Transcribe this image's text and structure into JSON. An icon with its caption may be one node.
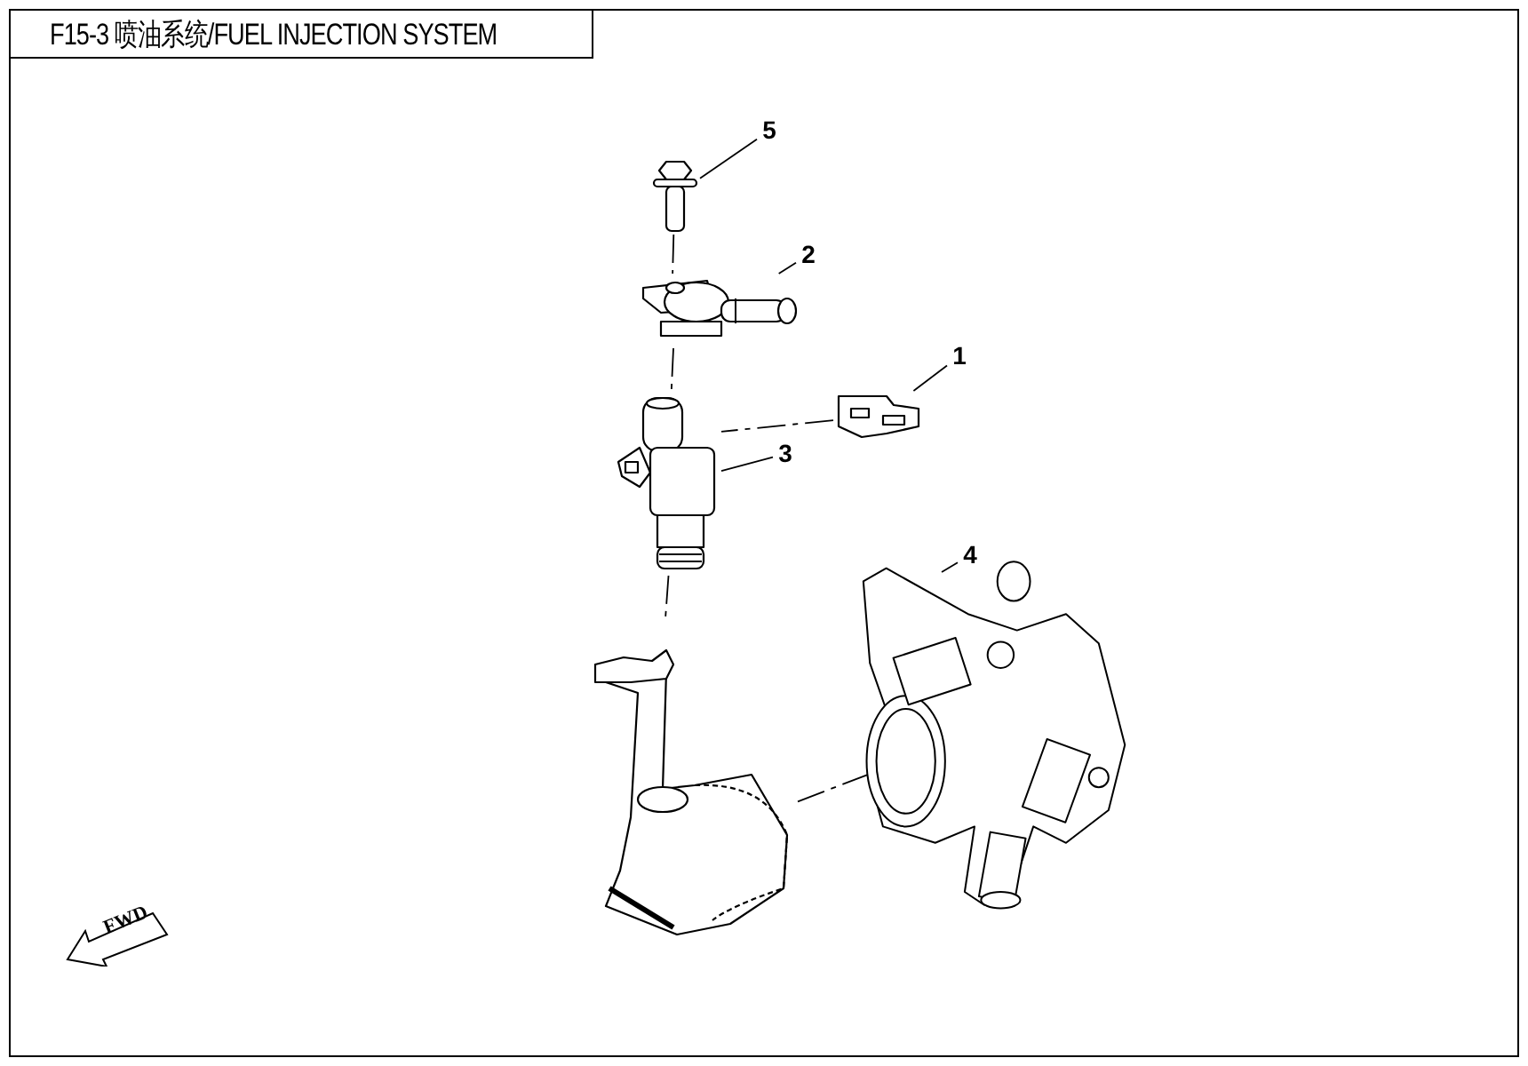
{
  "diagram": {
    "title": "F15-3 喷油系统/FUEL INJECTION SYSTEM",
    "nodes": [
      {
        "text": [
          "5"
        ]
      },
      {
        "text": [
          "2"
        ]
      },
      {
        "text": [
          "1"
        ]
      },
      {
        "text": [
          "3"
        ]
      },
      {
        "text": [
          "4"
        ]
      },
      {
        "text": [],
        "shape": "picture"
      },
      {
        "text": [],
        "shape": "picture"
      },
      {
        "text": [],
        "shape": "picture"
      },
      {
        "text": [],
        "shape": "picture"
      },
      {
        "text": [],
        "shape": "picture"
      },
      {
        "text": [],
        "shape": "picture"
      }
    ],
    "edges": [
      {
        "from": 0,
        "to": 5,
        "arrow": "none"
      },
      {
        "from": 1,
        "to": 6,
        "arrow": "none"
      },
      {
        "from": 2,
        "to": 7,
        "arrow": "none"
      },
      {
        "from": 3,
        "to": 8,
        "arrow": "none"
      },
      {
        "from": 4,
        "to": 9,
        "arrow": "none"
      },
      {
        "from": 5,
        "to": 6,
        "arrow": "none",
        "style": "dashed"
      },
      {
        "from": 6,
        "to": 8,
        "arrow": "none",
        "style": "dashed"
      },
      {
        "from": 7,
        "to": 8,
        "arrow": "none",
        "style": "dashed"
      },
      {
        "from": 8,
        "to": 10,
        "arrow": "none",
        "style": "dashed"
      },
      {
        "from": 10,
        "to": 9,
        "arrow": "none",
        "style": "dashed"
      }
    ],
    "labels": [
      "FWD"
    ]
  }
}
